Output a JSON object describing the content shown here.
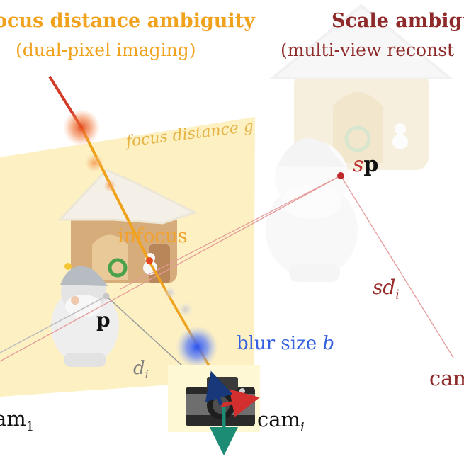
{
  "labels": {
    "title_left": "ocus distance ambiguity",
    "subtitle_left": "(dual-pixel imaging)",
    "title_right": "Scale ambigu",
    "subtitle_right": "(multi-view reconst",
    "focus_distance": "focus distance g",
    "infocus": "infocus",
    "point_p": "p",
    "scaled_point_s": "s",
    "scaled_point_p": "p",
    "scaled_depth": "sd",
    "scaled_depth_sub": "i",
    "depth": "d",
    "depth_sub": "i",
    "blur_size": "blur size ",
    "blur_size_var": "b",
    "cam_1": "am",
    "cam_1_sub": "1",
    "cam_i": "cam",
    "cam_i_sub": "i",
    "cam_right": "cam"
  },
  "colors": {
    "focus_orange": "#f0a21c",
    "scale_red": "#8e2a2a",
    "focus_plane": "#fdf0c2",
    "blur_blue": "#2f5df0",
    "ray_red": "#d32f2f",
    "axis_green": "#1c8c74",
    "axis_navy": "#17387a",
    "ray_gray": "#9a9a9a"
  },
  "icons": [
    "gingerbread-house-icon",
    "santa-figurine-icon",
    "camera-icon"
  ]
}
